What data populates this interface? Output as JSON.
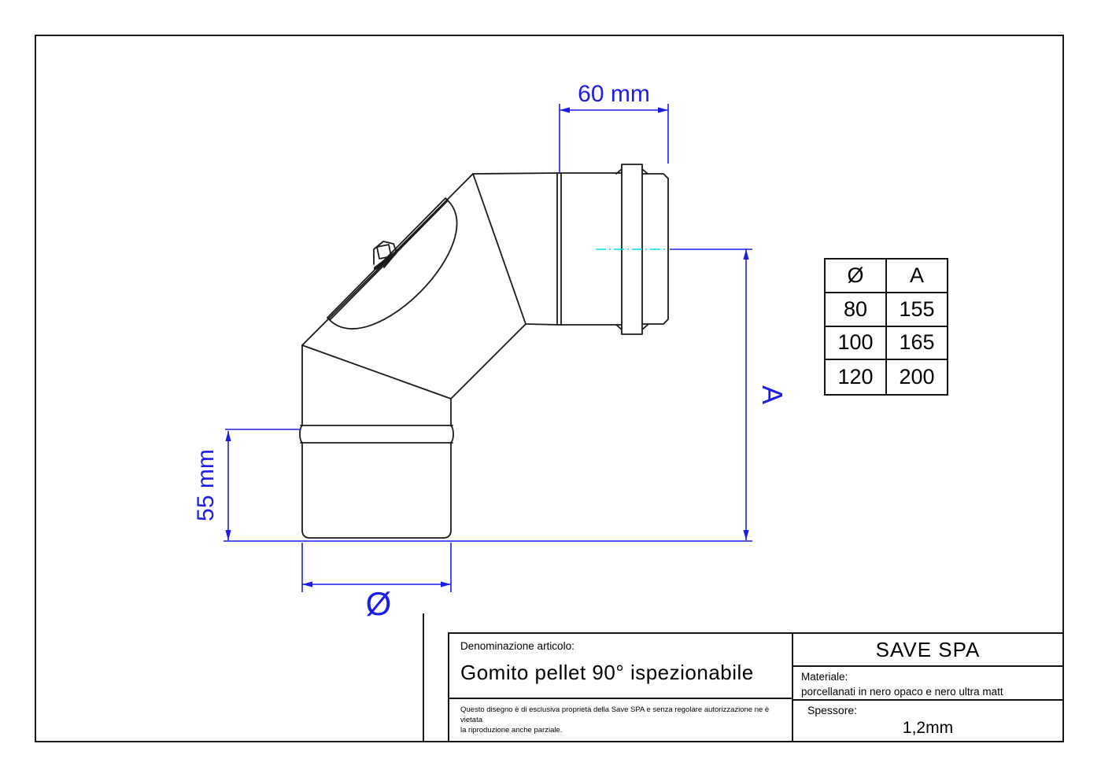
{
  "colors": {
    "line": "#1a1a1a",
    "dimension_blue": "#1c1ce8",
    "centerline_cyan": "#00dfe3",
    "background": "#ffffff"
  },
  "drawing": {
    "dim_top": "60 mm",
    "dim_left": "55 mm",
    "dim_bottom": "Ø",
    "dim_right": "A"
  },
  "size_table": {
    "headers": [
      "Ø",
      "A"
    ],
    "rows": [
      [
        "80",
        "155"
      ],
      [
        "100",
        "165"
      ],
      [
        "120",
        "200"
      ]
    ]
  },
  "title_block": {
    "denominazione_label": "Denominazione articolo:",
    "denominazione_value": "Gomito pellet 90° ispezionabile",
    "disclaimer_line1": "Questo disegno è di esclusiva proprietà della Save SPA e senza regolare autorizzazione ne è vietata",
    "disclaimer_line2": "la riproduzione anche parziale.",
    "company": "SAVE SPA",
    "materiale_label": "Materiale:",
    "materiale_value": "porcellanati in nero opaco e nero ultra matt",
    "spessore_label": "Spessore:",
    "spessore_value": "1,2mm"
  }
}
